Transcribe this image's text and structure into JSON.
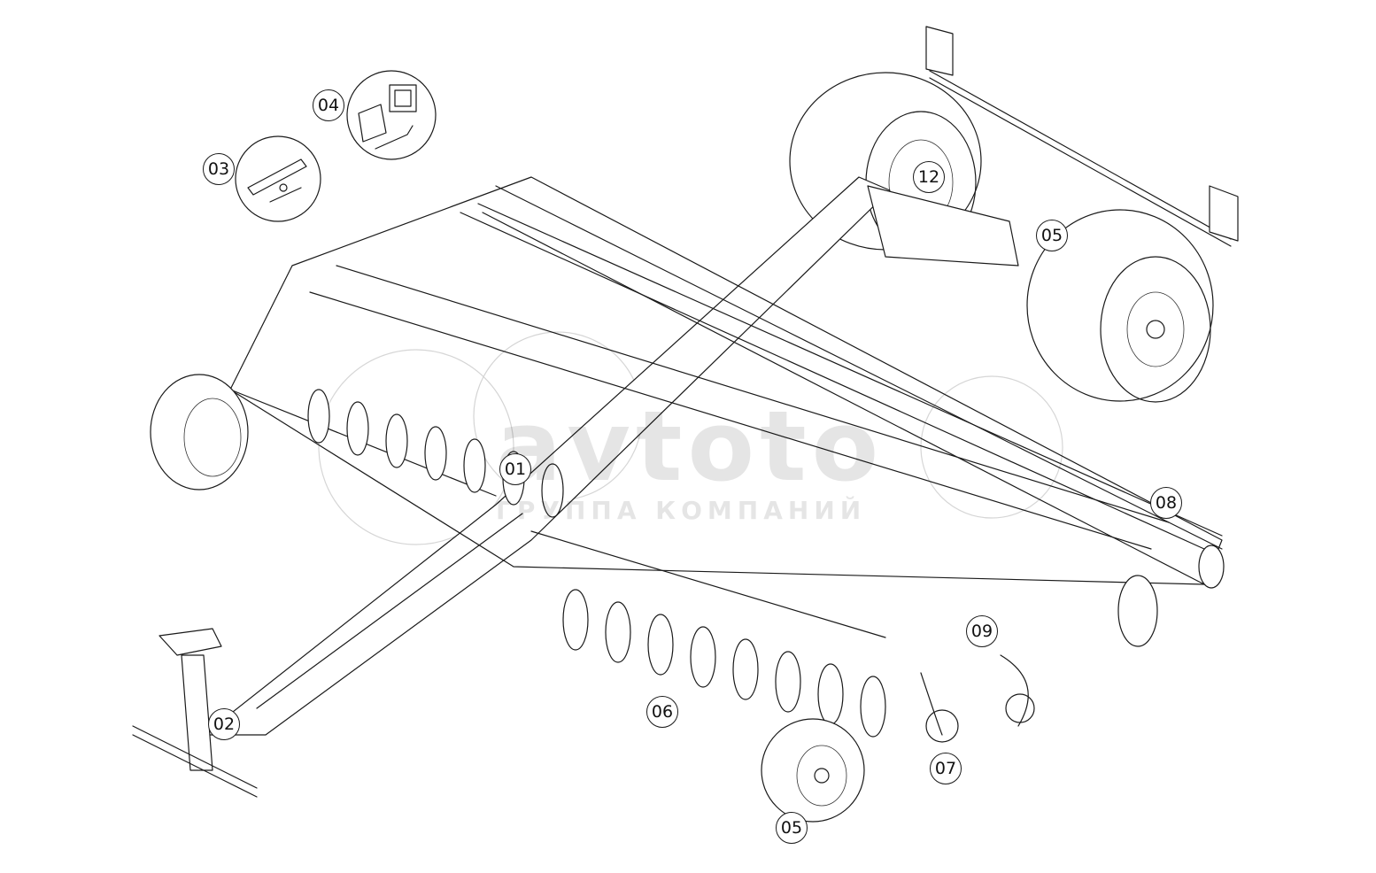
{
  "callouts": [
    {
      "id": "01",
      "label": "01"
    },
    {
      "id": "02",
      "label": "02"
    },
    {
      "id": "03",
      "label": "03"
    },
    {
      "id": "04",
      "label": "04"
    },
    {
      "id": "05a",
      "label": "05"
    },
    {
      "id": "05b",
      "label": "05"
    },
    {
      "id": "06",
      "label": "06"
    },
    {
      "id": "07",
      "label": "07"
    },
    {
      "id": "08",
      "label": "08"
    },
    {
      "id": "09",
      "label": "09"
    },
    {
      "id": "12",
      "label": "12"
    }
  ],
  "watermark": {
    "brand": "avtoto",
    "subtitle": "ГРУППА КОМПАНИЙ"
  }
}
